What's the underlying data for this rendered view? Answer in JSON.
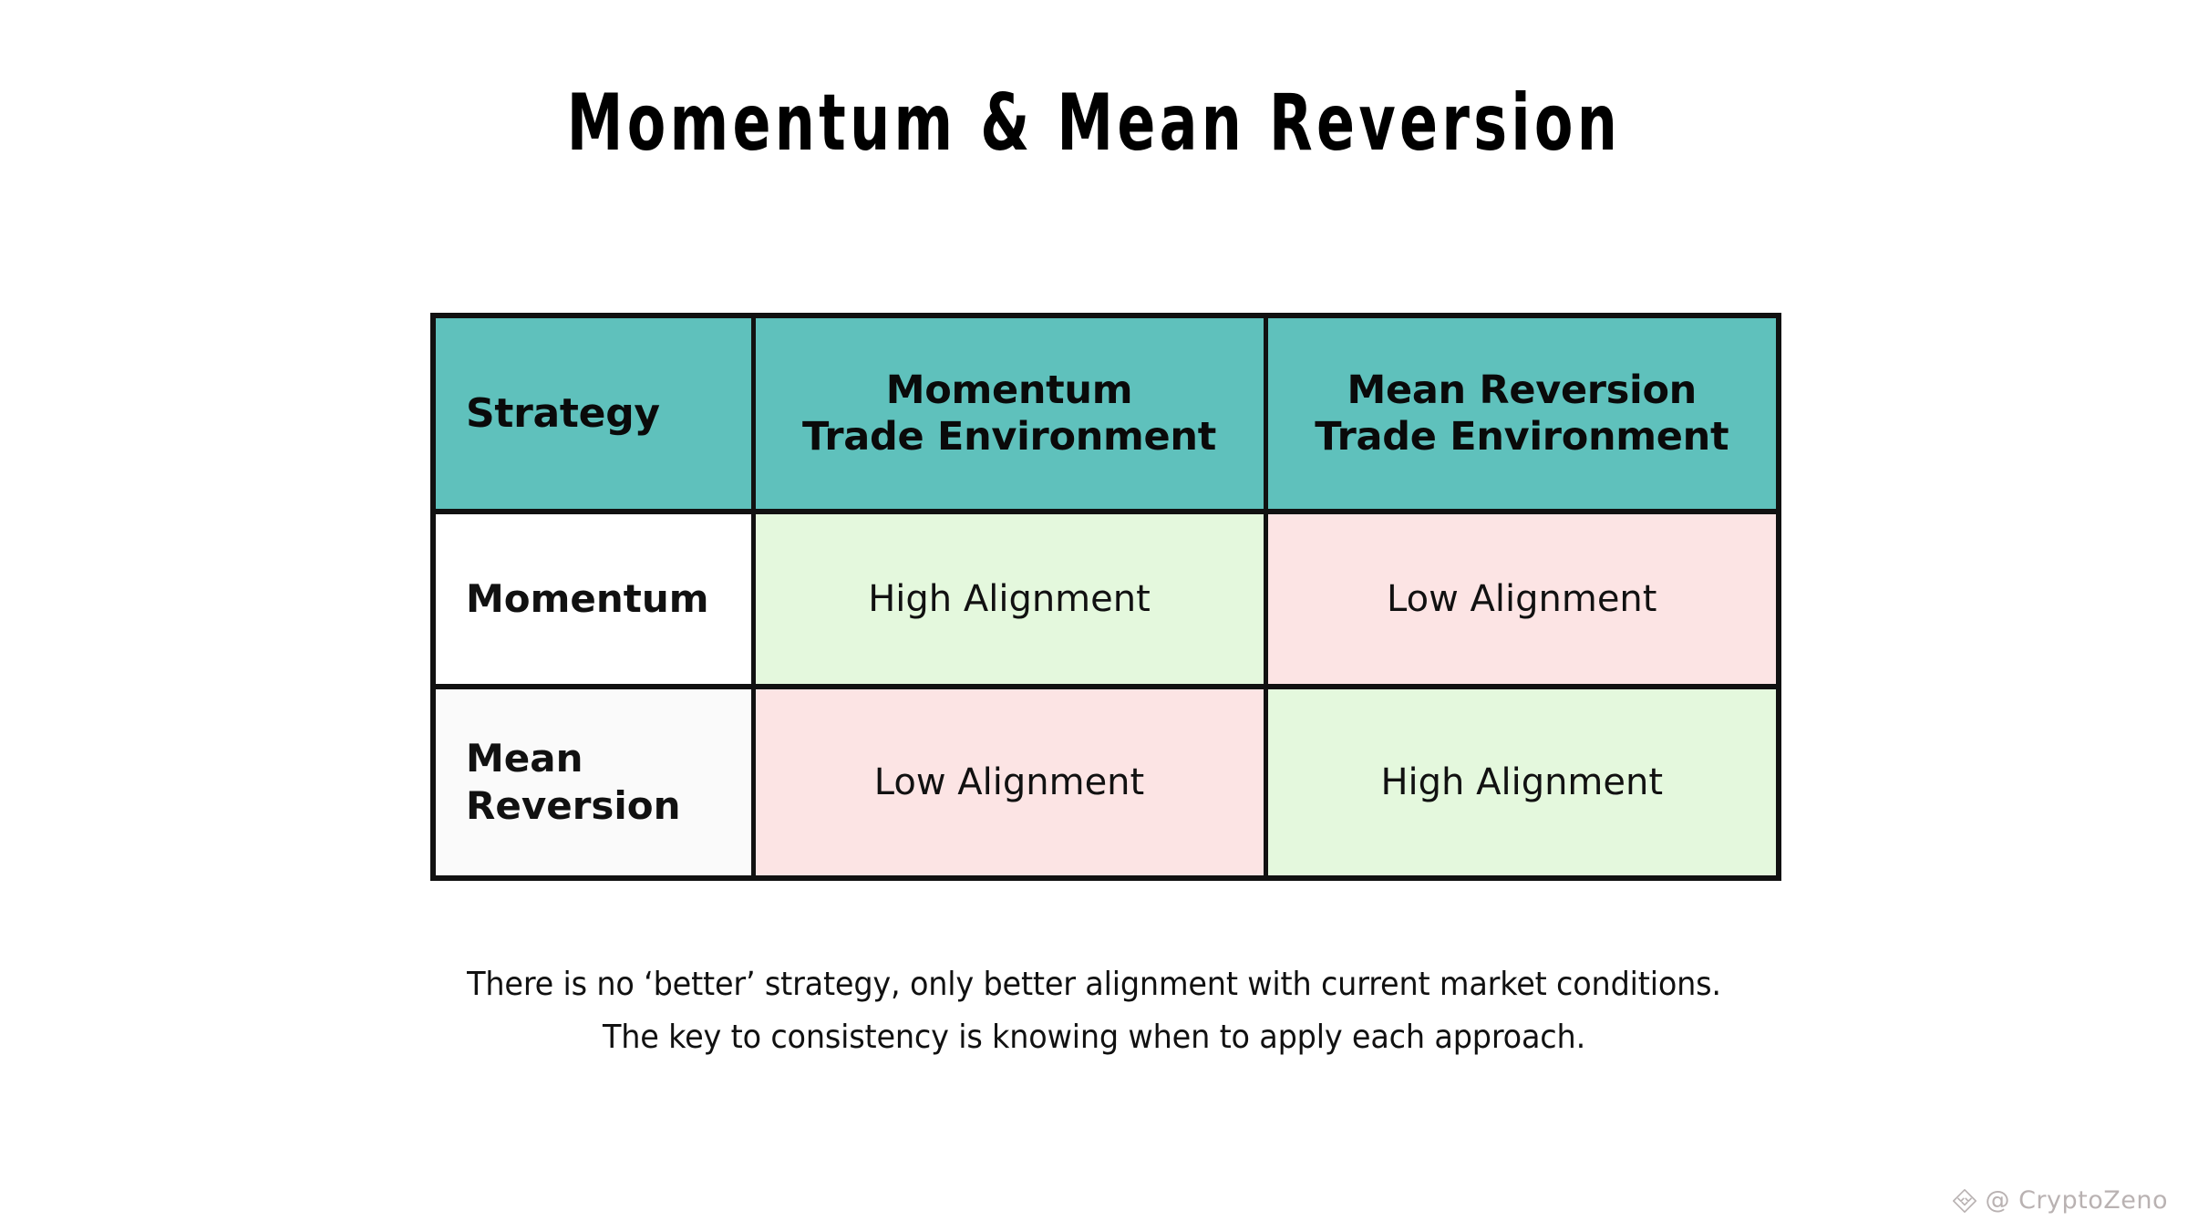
{
  "slide": {
    "title": "Momentum  &  Mean  Reversion",
    "background_color": "#ffffff"
  },
  "colors": {
    "header_teal": "#5fc1bc",
    "high_alignment_green": "#e4f8dd",
    "low_alignment_pink": "#fce4e4",
    "border_black": "#111111",
    "watermark_gray": "#b9b2b2"
  },
  "table": {
    "columns": [
      {
        "key": "strategy",
        "label": "Strategy",
        "align": "left"
      },
      {
        "key": "momentum_env",
        "line1": "Momentum",
        "line2": "Trade Environment",
        "align": "center"
      },
      {
        "key": "mean_reversion_env",
        "line1": "Mean Reversion",
        "line2": "Trade Environment",
        "align": "center"
      }
    ],
    "rows": [
      {
        "label": "Momentum",
        "cells": [
          {
            "text": "High Alignment",
            "state": "high"
          },
          {
            "text": "Low Alignment",
            "state": "low"
          }
        ]
      },
      {
        "label_line1": "Mean",
        "label_line2": "Reversion",
        "cells": [
          {
            "text": "Low Alignment",
            "state": "low"
          },
          {
            "text": "High Alignment",
            "state": "high"
          }
        ]
      }
    ]
  },
  "caption": {
    "line1": "There is no ‘better’ strategy, only better alignment with current market conditions.",
    "line2": "The key to consistency is knowing when to apply each approach."
  },
  "watermark": {
    "logo_icon": "diamond-chevron-logo-icon",
    "handle": "@ CryptoZeno"
  }
}
